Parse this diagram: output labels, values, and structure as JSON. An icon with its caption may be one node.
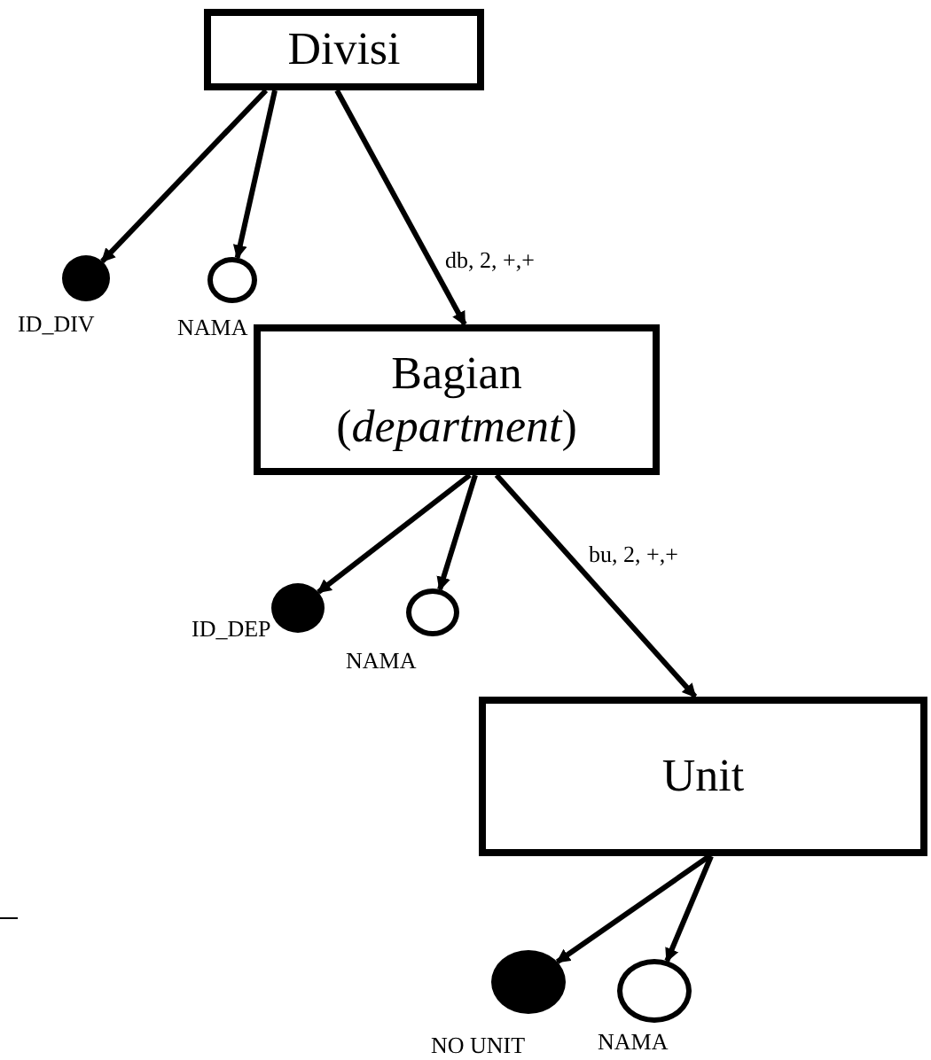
{
  "diagram": {
    "nodes": [
      {
        "text": [
          "Divisi"
        ]
      },
      {
        "text": [],
        "shape": "circle",
        "beside": [
          "ID_DIV"
        ]
      },
      {
        "text": [],
        "shape": "circle",
        "beside": [
          "NAMA"
        ]
      },
      {
        "text": [
          "Bagian (*department*)"
        ]
      },
      {
        "text": [],
        "shape": "circle",
        "beside": [
          "ID_DEP"
        ]
      },
      {
        "text": [],
        "shape": "circle",
        "beside": [
          "NAMA"
        ]
      },
      {
        "text": [
          "Unit"
        ]
      },
      {
        "text": [],
        "shape": "circle",
        "beside": [
          "NO UNIT"
        ]
      },
      {
        "text": [],
        "shape": "circle",
        "beside": [
          "NAMA"
        ]
      }
    ],
    "edges": [
      {
        "from": 0,
        "to": 1,
        "arrow": "to"
      },
      {
        "from": 0,
        "to": 2,
        "arrow": "to"
      },
      {
        "from": 0,
        "to": 3,
        "arrow": "to",
        "label": "db, 2, +,+"
      },
      {
        "from": 3,
        "to": 4,
        "arrow": "to"
      },
      {
        "from": 3,
        "to": 5,
        "arrow": "to"
      },
      {
        "from": 3,
        "to": 6,
        "arrow": "to",
        "label": "bu, 2, +,+"
      },
      {
        "from": 6,
        "to": 7,
        "arrow": "to"
      },
      {
        "from": 6,
        "to": 8,
        "arrow": "to"
      }
    ]
  }
}
